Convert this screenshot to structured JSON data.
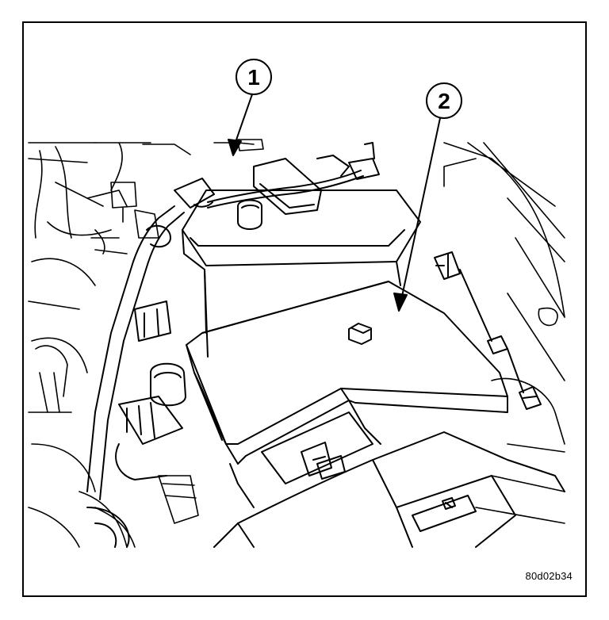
{
  "callouts": [
    {
      "number": "1"
    },
    {
      "number": "2"
    }
  ],
  "figure_id": "80d02b34",
  "colors": {
    "line": "#000000",
    "background": "#ffffff"
  }
}
